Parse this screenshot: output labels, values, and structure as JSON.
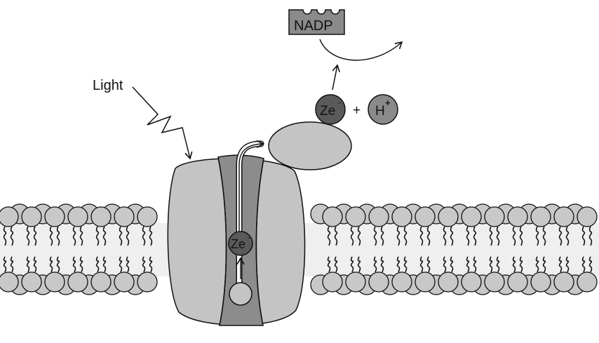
{
  "labels": {
    "light": "Light",
    "nadp": "NADP",
    "electron_inner": "Ze",
    "electron_inner_charge": "-",
    "electron_outer": "Ze",
    "electron_outer_charge": "-",
    "plus": "+",
    "proton": "H",
    "proton_charge": "+"
  },
  "colors": {
    "background": "#ffffff",
    "membrane_band": "#efefef",
    "lipid_head": "#c8c8c8",
    "protein_light": "#c4c4c4",
    "protein_channel": "#8c8c8c",
    "electron": "#5a5a5a",
    "proton": "#8a8a8a",
    "nadp_box": "#8a8a8a",
    "stroke": "#111111"
  }
}
